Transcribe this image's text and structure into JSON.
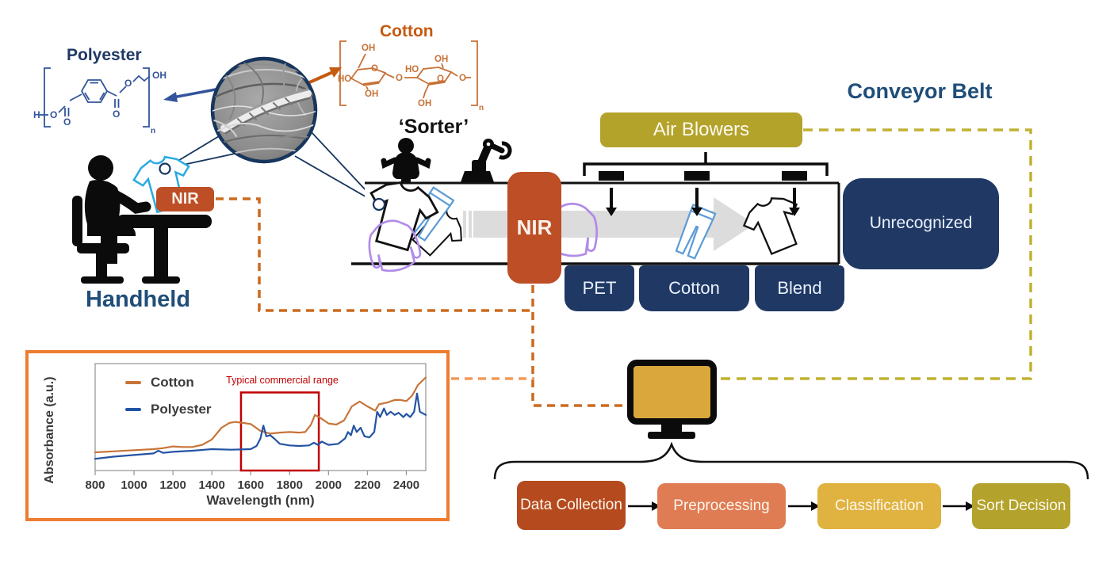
{
  "labels": {
    "polyester": "Polyester",
    "cotton": "Cotton",
    "sorter": "‘Sorter’",
    "handheld": "Handheld",
    "conveyor_belt": "Conveyor Belt",
    "nir_handheld": "NIR",
    "nir_sorter": "NIR",
    "air_blowers": "Air Blowers",
    "unrecognized": "Unrecognized",
    "bins": [
      "PET",
      "Cotton",
      "Blend"
    ]
  },
  "flow": {
    "steps": [
      {
        "label": "Data Collection",
        "color": "#B54A1F"
      },
      {
        "label": "Preprocessing",
        "color": "#E07C54"
      },
      {
        "label": "Classification",
        "color": "#E0B23F"
      },
      {
        "label": "Sort Decision",
        "color": "#B3A32C"
      }
    ]
  },
  "structures": {
    "polyester_atoms": [
      "H",
      "O",
      "O",
      "O",
      "O",
      "OH",
      "n"
    ],
    "cotton_atoms": [
      "OH",
      "O",
      "HO",
      "OH",
      "O",
      "HO",
      "OH",
      "O",
      "OH",
      "O",
      "n"
    ]
  },
  "colors": {
    "navy": "#1F3864",
    "rust": "#BE4E26",
    "olive": "#B3A32B",
    "title_blue": "#1F4E79",
    "orange_dash": "#CC6A1F",
    "orange_dash_light": "#F09A5A",
    "yellow_dash": "#C0B232",
    "belt_arrow_gray": "#DCDCDC",
    "cyan_shirt": "#29ABE2",
    "jeans_blue": "#5B9BD5",
    "sweater_purple": "#B18CE8"
  },
  "chart_data": {
    "type": "line",
    "title": "",
    "xlabel": "Wavelength (nm)",
    "ylabel": "Absorbance (a.u.)",
    "xlim": [
      800,
      2500
    ],
    "ylim": [
      0,
      1
    ],
    "xticks": [
      800,
      1000,
      1200,
      1400,
      1600,
      1800,
      2000,
      2200,
      2400
    ],
    "grid": false,
    "legend_position": "upper left",
    "highlight": {
      "label": "Typical commercial range",
      "x0": 1550,
      "x1": 1950,
      "y0": 0,
      "y1": 0.73,
      "color": "#C00000"
    },
    "series": [
      {
        "name": "Cotton",
        "color": "#C87438",
        "x": [
          800,
          900,
          1000,
          1100,
          1150,
          1200,
          1250,
          1300,
          1350,
          1400,
          1450,
          1490,
          1520,
          1560,
          1600,
          1650,
          1700,
          1750,
          1800,
          1850,
          1880,
          1910,
          1930,
          1960,
          2000,
          2040,
          2080,
          2120,
          2160,
          2200,
          2240,
          2260,
          2300,
          2340,
          2370,
          2400,
          2430,
          2460,
          2500
        ],
        "y": [
          0.17,
          0.18,
          0.19,
          0.2,
          0.21,
          0.225,
          0.22,
          0.22,
          0.24,
          0.29,
          0.4,
          0.445,
          0.455,
          0.445,
          0.435,
          0.37,
          0.345,
          0.355,
          0.36,
          0.355,
          0.36,
          0.43,
          0.52,
          0.49,
          0.44,
          0.43,
          0.47,
          0.6,
          0.645,
          0.6,
          0.56,
          0.62,
          0.635,
          0.66,
          0.66,
          0.65,
          0.7,
          0.8,
          0.87
        ]
      },
      {
        "name": "Polyester",
        "color": "#2353A4",
        "x": [
          800,
          900,
          1000,
          1100,
          1125,
          1150,
          1200,
          1300,
          1400,
          1500,
          1600,
          1630,
          1650,
          1665,
          1680,
          1700,
          1720,
          1750,
          1800,
          1850,
          1900,
          1925,
          1945,
          1965,
          2000,
          2050,
          2085,
          2100,
          2115,
          2130,
          2145,
          2165,
          2185,
          2210,
          2235,
          2250,
          2265,
          2285,
          2300,
          2320,
          2340,
          2360,
          2385,
          2400,
          2420,
          2440,
          2455,
          2470,
          2500
        ],
        "y": [
          0.11,
          0.13,
          0.145,
          0.16,
          0.185,
          0.165,
          0.175,
          0.185,
          0.2,
          0.195,
          0.2,
          0.23,
          0.3,
          0.42,
          0.32,
          0.33,
          0.3,
          0.25,
          0.235,
          0.23,
          0.235,
          0.26,
          0.24,
          0.27,
          0.24,
          0.25,
          0.3,
          0.36,
          0.33,
          0.42,
          0.36,
          0.4,
          0.32,
          0.31,
          0.36,
          0.55,
          0.5,
          0.58,
          0.52,
          0.55,
          0.52,
          0.54,
          0.5,
          0.53,
          0.5,
          0.55,
          0.72,
          0.55,
          0.52
        ]
      }
    ]
  }
}
